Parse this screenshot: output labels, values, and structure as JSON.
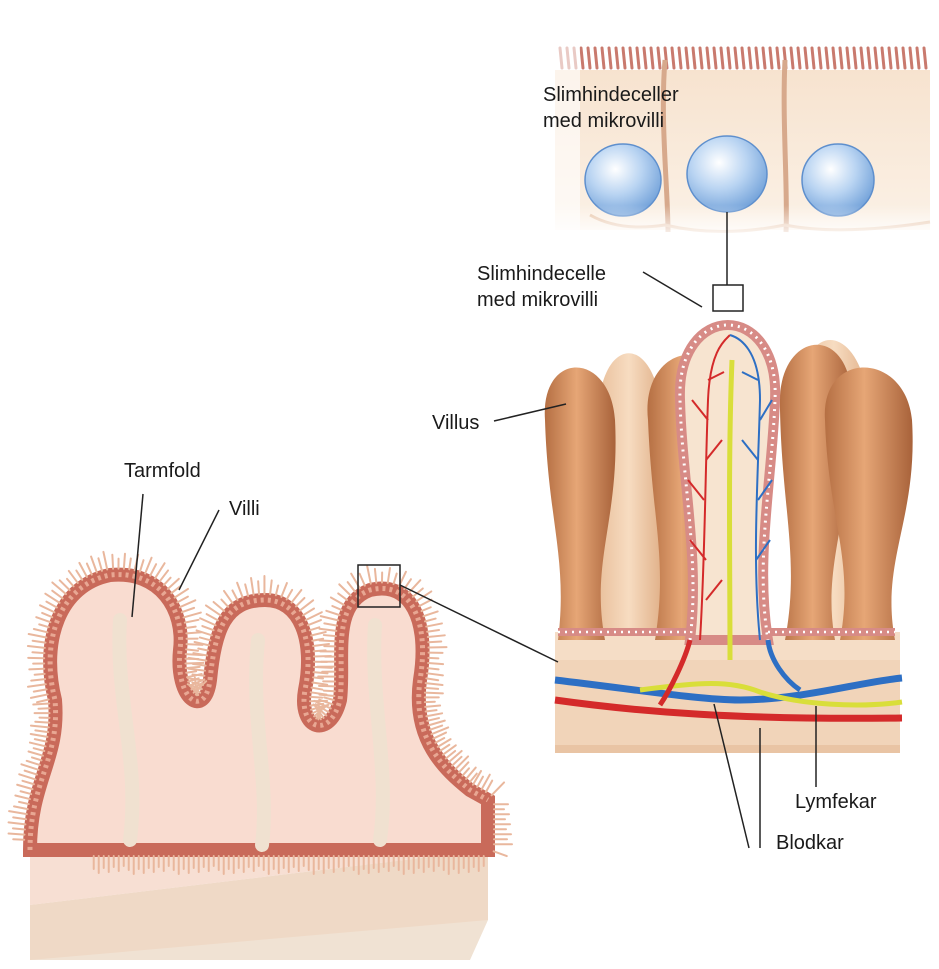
{
  "labels": {
    "cells_top_line1": "Slimhindeceller",
    "cells_top_line2": "med mikrovilli",
    "cell_line1": "Slimhindecelle",
    "cell_line2": "med mikrovilli",
    "villus": "Villus",
    "tarmfold": "Tarmfold",
    "villi": "Villi",
    "lymfekar": "Lymfekar",
    "blodkar": "Blodkar"
  },
  "colors": {
    "villus_outer": "#c98a5c",
    "villus_light": "#f0c9a6",
    "fold_tissue": "#f6d6c8",
    "fold_edge": "#c96a5a",
    "base_block": "#f3dcc4",
    "artery": "#d42a2a",
    "vein": "#2d6fc4",
    "lymph": "#d9de3a",
    "nucleus": "#a9c8ec"
  }
}
